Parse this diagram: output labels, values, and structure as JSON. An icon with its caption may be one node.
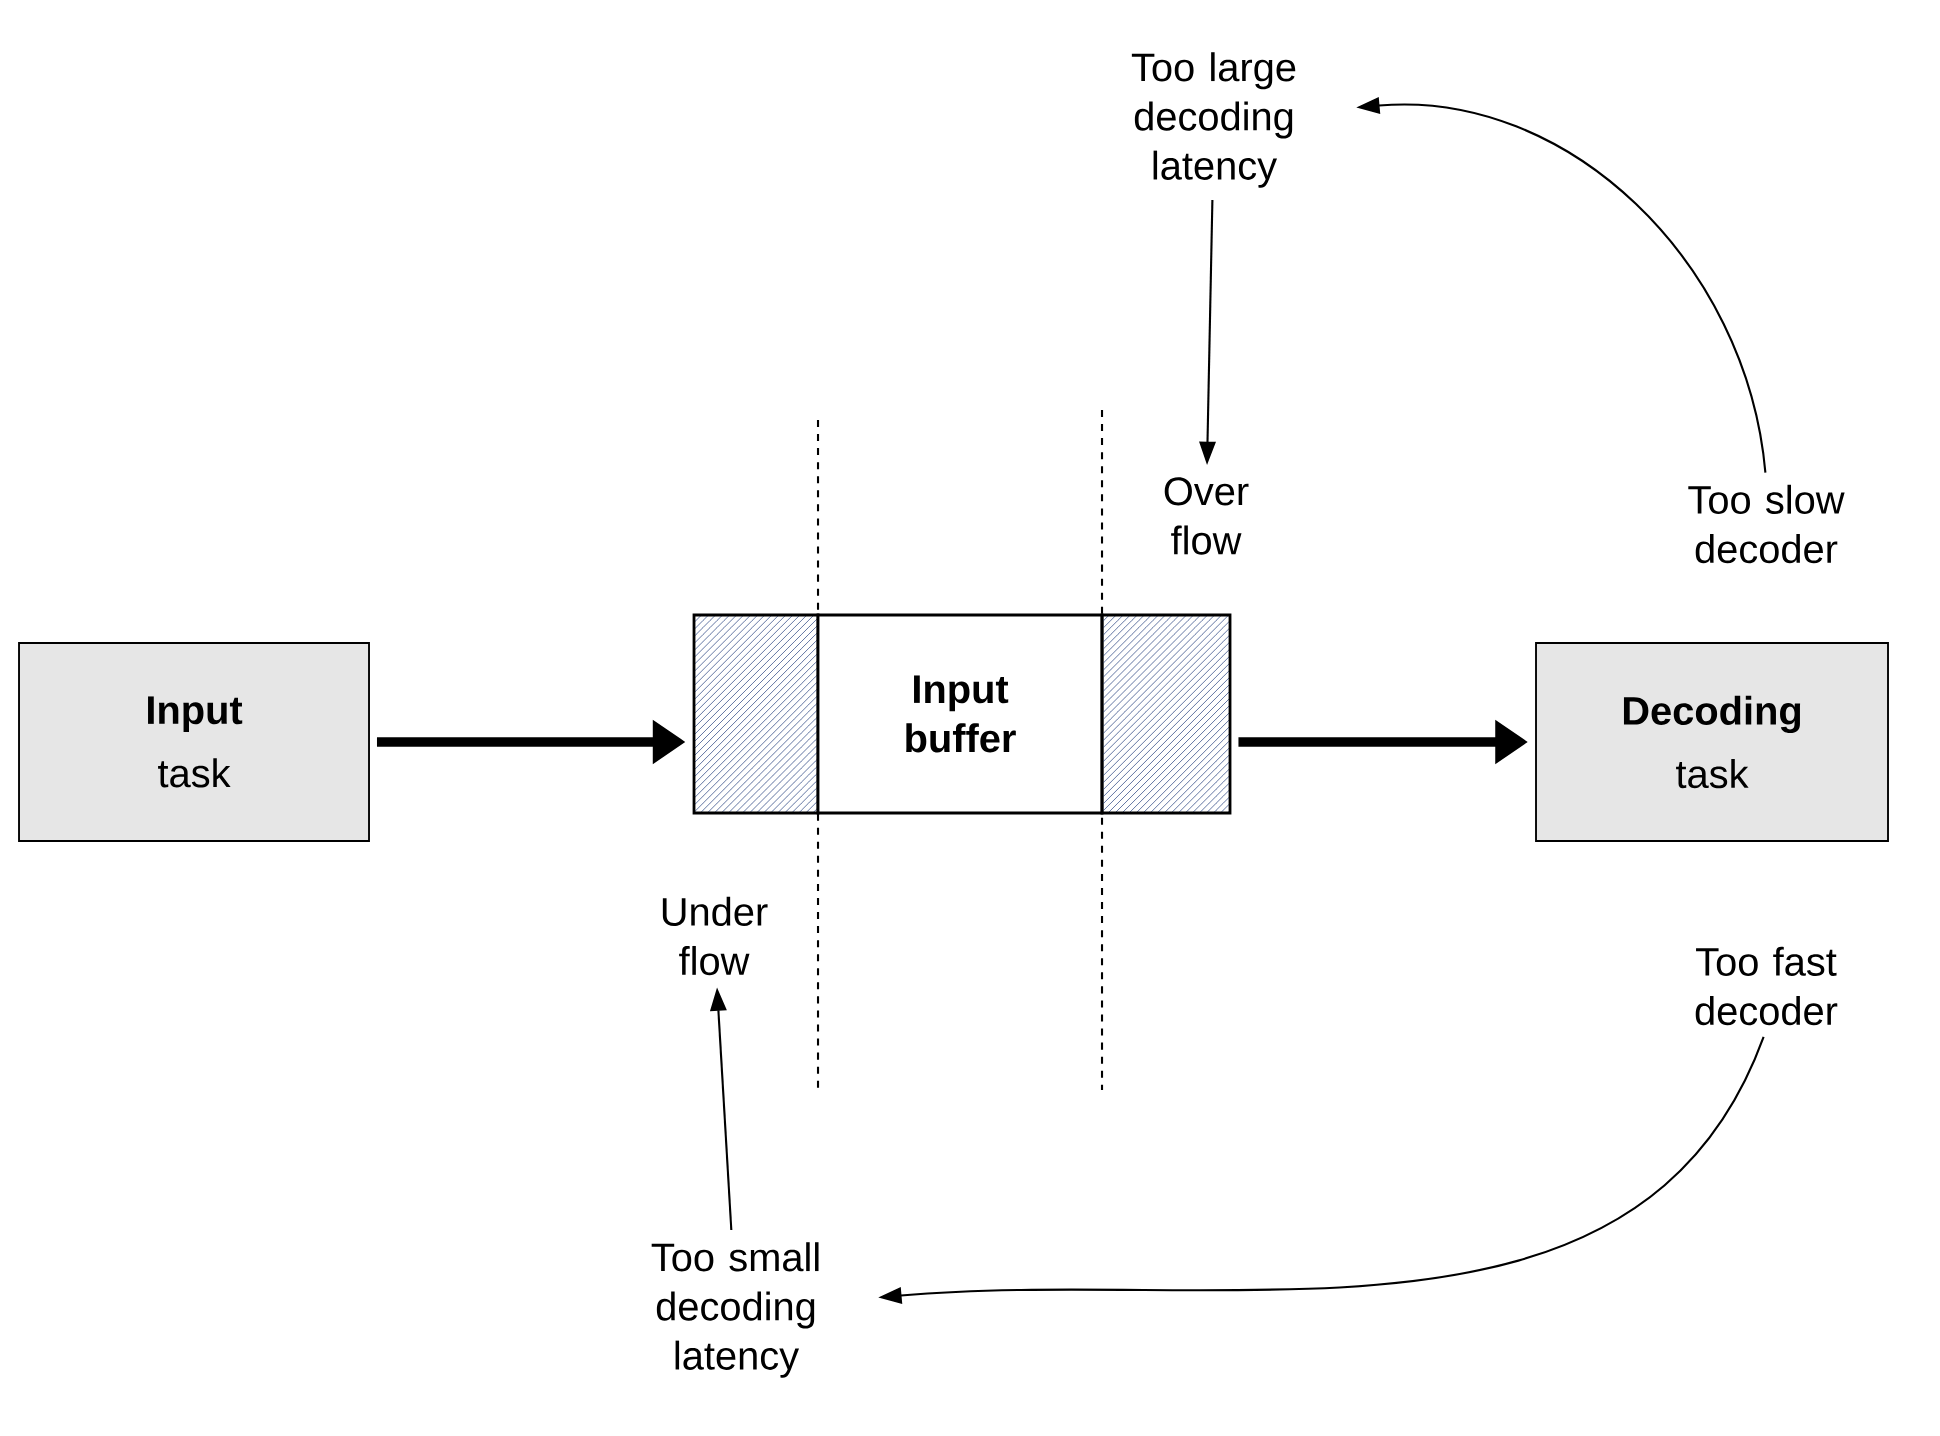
{
  "diagram": {
    "nodes": [
      {
        "text": [
          "Input",
          "task"
        ]
      },
      {
        "text": [],
        "shape": "box"
      },
      {
        "text": [
          "Input buffer"
        ]
      },
      {
        "text": [],
        "shape": "box"
      },
      {
        "text": [
          "Decoding",
          "task"
        ]
      },
      {
        "text": [
          "Too large decoding latency"
        ]
      },
      {
        "text": [
          "Over flow"
        ]
      },
      {
        "text": [
          "Too slow decoder"
        ]
      },
      {
        "text": [
          "Under flow"
        ]
      },
      {
        "text": [
          "Too small decoding latency"
        ]
      },
      {
        "text": [
          "Too fast decoder"
        ]
      }
    ],
    "edges": [
      {
        "from": 0,
        "to": 1,
        "arrow": "to",
        "style": "thick"
      },
      {
        "from": 3,
        "to": 4,
        "arrow": "to",
        "style": "thick"
      },
      {
        "from": 5,
        "to": 6,
        "arrow": "to"
      },
      {
        "from": 7,
        "to": 5,
        "arrow": "to"
      },
      {
        "from": 9,
        "to": 8,
        "arrow": "to"
      },
      {
        "from": 10,
        "to": 9,
        "arrow": "to"
      }
    ]
  }
}
